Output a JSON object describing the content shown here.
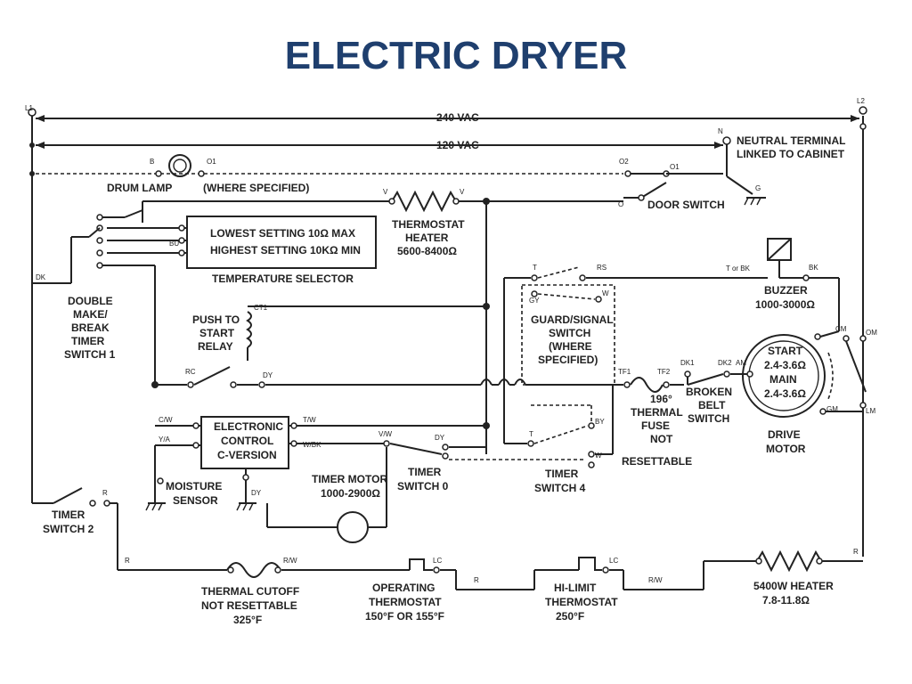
{
  "title": "ELECTRIC DRYER",
  "supply": {
    "l1": "L1",
    "l2": "L2",
    "n": "N",
    "v240": "240 VAC",
    "v120": "120 VAC",
    "neutral1": "NEUTRAL TERMINAL",
    "neutral2": "LINKED TO CABINET"
  },
  "drum_lamp": {
    "label": "DRUM LAMP",
    "note": "(WHERE SPECIFIED)"
  },
  "door_switch": "DOOR SWITCH",
  "thermostat_heater": [
    "THERMOSTAT",
    "HEATER",
    "5600-8400Ω"
  ],
  "temp_selector": {
    "line1": "LOWEST SETTING 10Ω MAX",
    "line2": "HIGHEST SETTING 10KΩ MIN",
    "label": "TEMPERATURE SELECTOR"
  },
  "timer_switch_1": [
    "DOUBLE",
    "MAKE/",
    "BREAK",
    "TIMER",
    "SWITCH 1"
  ],
  "push_to_start": [
    "PUSH TO",
    "START",
    "RELAY"
  ],
  "guard_switch": [
    "GUARD/SIGNAL",
    "SWITCH",
    "(WHERE",
    "SPECIFIED)"
  ],
  "buzzer": [
    "BUZZER",
    "1000-3000Ω"
  ],
  "motor": [
    "START",
    "2.4-3.6Ω",
    "MAIN",
    "2.4-3.6Ω"
  ],
  "drive_motor": [
    "DRIVE",
    "MOTOR"
  ],
  "thermal_fuse": [
    "196°",
    "THERMAL",
    "FUSE",
    "NOT",
    "RESETTABLE"
  ],
  "broken_belt": [
    "BROKEN",
    "BELT",
    "SWITCH"
  ],
  "electronic_control": [
    "ELECTRONIC",
    "CONTROL",
    "C-VERSION"
  ],
  "moisture_sensor": [
    "MOISTURE",
    "SENSOR"
  ],
  "timer_motor": [
    "TIMER MOTOR",
    "1000-2900Ω"
  ],
  "timer_switch_0": [
    "TIMER",
    "SWITCH 0"
  ],
  "timer_switch_4": [
    "TIMER",
    "SWITCH 4"
  ],
  "timer_switch_2": [
    "TIMER",
    "SWITCH 2"
  ],
  "thermal_cutoff": [
    "THERMAL CUTOFF",
    "NOT RESETTABLE",
    "325°F"
  ],
  "operating_thermostat": [
    "OPERATING",
    "THERMOSTAT",
    "150°F OR 155°F"
  ],
  "hi_limit": [
    "HI-LIMIT",
    "THERMOSTAT",
    "250°F"
  ],
  "heater": [
    "5400W HEATER",
    "7.8-11.8Ω"
  ],
  "wire_codes": {
    "b": "B",
    "o1": "O1",
    "o2": "O2",
    "v": "V",
    "bu": "BU",
    "dk": "DK",
    "ct1": "CT1",
    "t": "T",
    "bk": "BK",
    "tbk": "T or BK",
    "gy": "GY",
    "w": "W",
    "r": "R",
    "rw": "R/W",
    "cw": "C/W",
    "vw": "V/W",
    "tw": "T/W",
    "wbk": "W/BK",
    "dy": "DY",
    "tf1": "TF1",
    "tf2": "TF2",
    "dk1": "DK1",
    "dk2": "DK2",
    "am": "AM",
    "cm": "CM",
    "om": "OM",
    "lm": "LM",
    "gm": "GM",
    "ya": "Y/A",
    "by": "BY",
    "rs": "RS",
    "o": "O",
    "lc": "LC",
    "rc": "RC",
    "g": "G"
  }
}
